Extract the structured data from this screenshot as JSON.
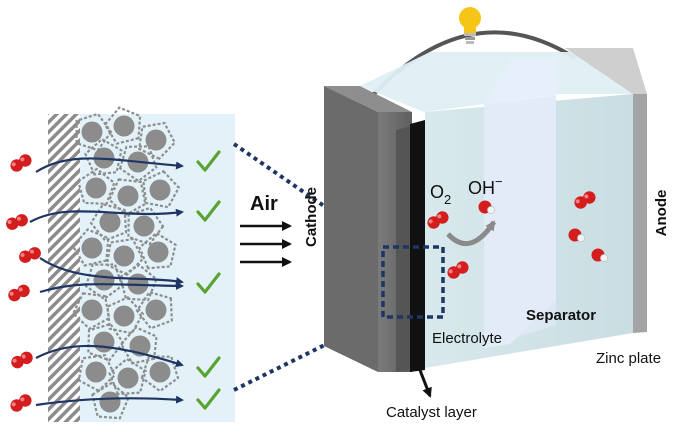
{
  "labels": {
    "air": "Air",
    "cathode": "Cathode",
    "anode": "Anode",
    "o2_base": "O",
    "o2_sub": "2",
    "oh_base": "OH",
    "oh_sup": "−",
    "separator": "Separator",
    "electrolyte": "Electrolyte",
    "zinc_plate": "Zinc plate",
    "catalyst_layer": "Catalyst layer"
  },
  "icons": {
    "bulb": "light-bulb-icon",
    "check": "checkmark-icon",
    "oxygen": "oxygen-molecule-icon",
    "hydroxide": "hydroxide-ion-icon"
  },
  "colors": {
    "check": "#5aa332",
    "oxygen": "#d41e1e",
    "hydrogen": "#f2f2f2",
    "flow_arrow": "#1f3563",
    "dotted_zoom": "#1f3563",
    "cathode_panel": "#6b6b6b",
    "catalyst": "#111111",
    "electrolyte": "#cfe3e8",
    "zoom_background": "#e3f2f9",
    "bulb": "#f5c518"
  }
}
